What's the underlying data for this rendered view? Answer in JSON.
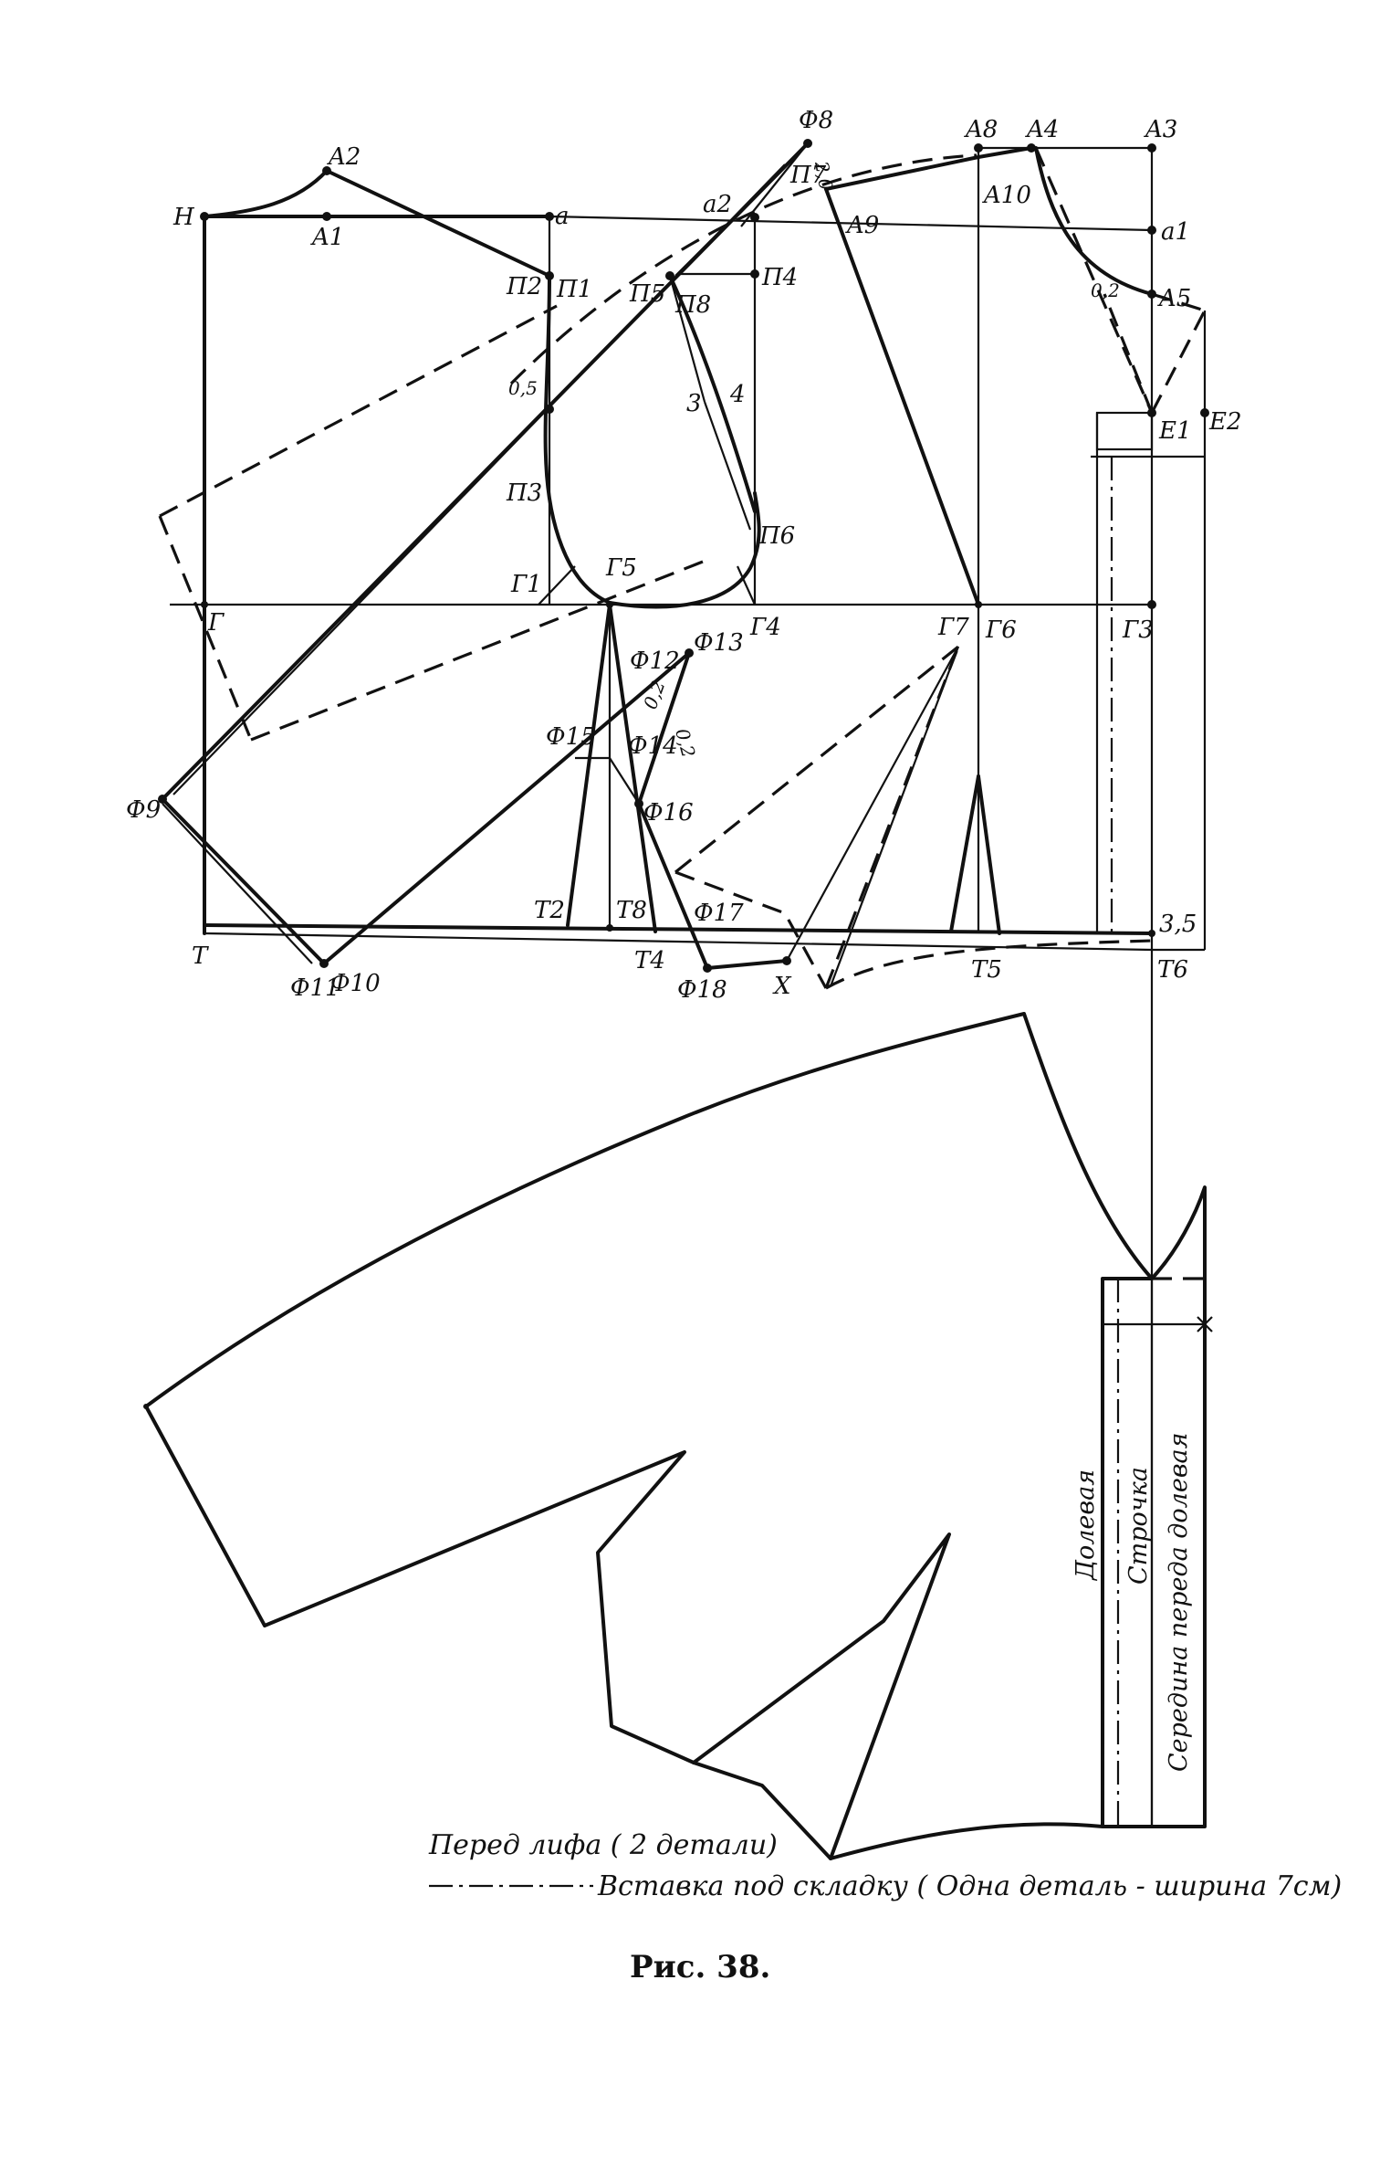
{
  "labels": {
    "A2": "A2",
    "H": "H",
    "A1": "A1",
    "a": "a",
    "P2": "П2",
    "P1": "П1",
    "v05": "0,5",
    "P3": "П3",
    "G1": "Г1",
    "G5": "Г5",
    "G": "Г",
    "F8": "Ф8",
    "v20": "2,0",
    "P7": "П7",
    "a2": "a2",
    "P5": "П5",
    "P8": "П8",
    "P4": "П4",
    "v3": "3",
    "v4": "4",
    "P6": "П6",
    "G4": "Г4",
    "A8": "A8",
    "A4": "A4",
    "A3": "A3",
    "A10": "A10",
    "A9": "A9",
    "a1": "a1",
    "v02": "0,2",
    "A5": "A5",
    "E1": "E1",
    "E2": "E2",
    "G7": "Г7",
    "G6": "Г6",
    "G3": "Г3",
    "F13": "Ф13",
    "F12": "Ф12",
    "v02b": "0,2",
    "v02c": "0,2",
    "F15": "Ф15",
    "F14": "Ф14",
    "F16": "Ф16",
    "F9": "Ф9",
    "T2": "T2",
    "T8": "T8",
    "F17": "Ф17",
    "v35": "3,5",
    "T": "T",
    "F11": "Ф11",
    "F10": "Ф10",
    "T4": "T4",
    "F18": "Ф18",
    "X": "X",
    "T5": "T5",
    "T6": "T6"
  },
  "vertical_labels": {
    "dolevaya": "Долевая",
    "strochka": "Строчка",
    "seredina": "Середина переда долевая"
  },
  "legend": {
    "front": "Перед лифа ( 2 детали)",
    "insert": "Вставка под складку ( Одна деталь - ширина 7см)"
  },
  "caption": "Рис. 38."
}
